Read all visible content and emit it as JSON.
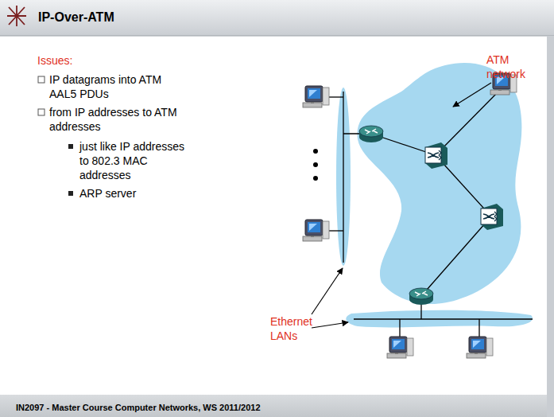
{
  "diagram": {
    "title": "IP-Over-ATM",
    "labels": [
      "Issues:",
      "IP datagrams into ATM AAL5 PDUs",
      "from IP addresses to ATM addresses",
      "just like IP addresses to 802.3 MAC addresses",
      "ARP server",
      "ATM network",
      "Ethernet LANs",
      "IN2097 - Master Course Computer Networks, WS 2011/2012"
    ]
  }
}
